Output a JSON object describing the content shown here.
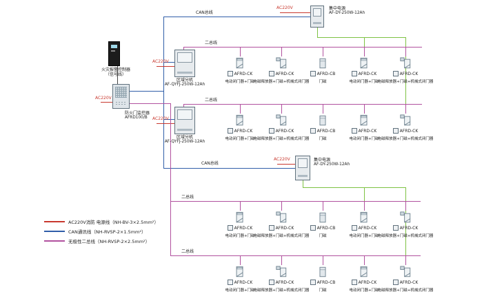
{
  "colors": {
    "power": "#c8372d",
    "can": "#2f5da8",
    "bus": "#b0509e",
    "dc": "#7dc242"
  },
  "controller": {
    "line1": "火灾报警控制器",
    "line2": "（信号线）"
  },
  "monitor": {
    "power": "AC220V",
    "name": "防火门监控器",
    "model": "AFRD100/B"
  },
  "can_bus_label": "CAN总线",
  "power_top": {
    "power": "AC220V",
    "name": "集中电源",
    "model": "AF-DY-250W-12Ah"
  },
  "power_bottom": {
    "power": "AC220V",
    "name": "集中电源",
    "model": "AF-DY-250W-12Ah"
  },
  "unit1": {
    "power": "AC220V",
    "name": "区域分机",
    "model": "AF-QYFJ-250W-12Ah"
  },
  "unit2": {
    "power": "AC220V",
    "name": "区域分机",
    "model": "AF-QYFJ-250W-12Ah"
  },
  "device_types": {
    "door": {
      "module": "AFRD-CK",
      "label": "电动闭门器+门磁",
      "icon": "door-closer-icon"
    },
    "release": {
      "module": "AFRD-CK",
      "label": "电磁释放器+门磁+机械式闭门器",
      "icon": "release-icon"
    },
    "magnet": {
      "module": "AFRD-CB",
      "label": "门磁",
      "icon": "door-magnet-icon"
    }
  },
  "rows": [
    {
      "bus": "二总线",
      "devices": [
        "door",
        "release",
        "magnet",
        "door",
        "release"
      ]
    },
    {
      "bus": "二总线",
      "devices": [
        "door",
        "release",
        "magnet",
        "door",
        "release"
      ]
    },
    {
      "bus": "二总线",
      "devices": [
        "door",
        "release",
        "magnet",
        "door",
        "release"
      ]
    },
    {
      "bus": "二总线",
      "devices": [
        "door",
        "release",
        "magnet",
        "door",
        "release"
      ]
    }
  ],
  "legend": {
    "items": [
      {
        "key": "power",
        "label": "AC220V消防 电源线（NH-BV-3×2.5mm²）"
      },
      {
        "key": "can",
        "label": "CAN通讯线（NH-RVSP-2×1.5mm²）"
      },
      {
        "key": "bus",
        "label": "无极性二总线（NH-RVSP-2×2.5mm²）"
      }
    ]
  }
}
